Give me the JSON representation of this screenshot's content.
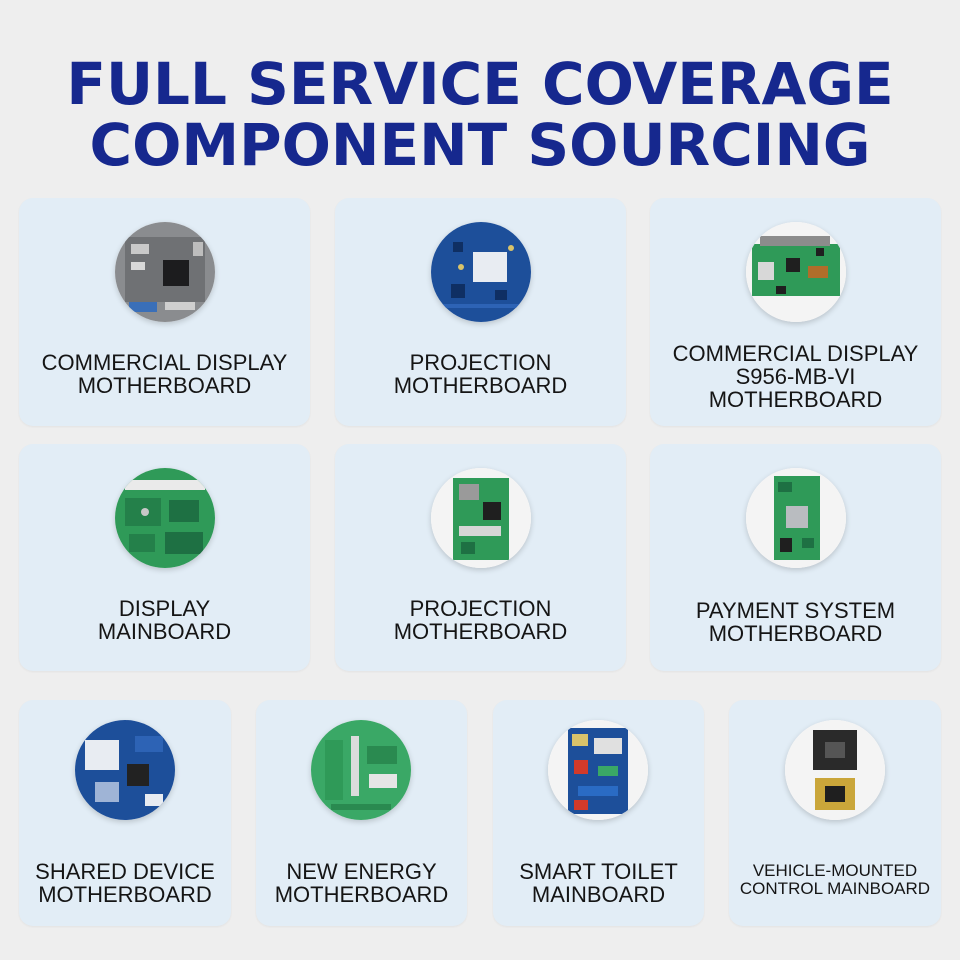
{
  "title": {
    "line1": "FULL SERVICE COVERAGE",
    "line2": "COMPONENT SOURCING"
  },
  "cards": [
    {
      "lines": [
        "COMMERCIAL DISPLAY",
        "MOTHERBOARD"
      ],
      "icon": "circuit-board-icon"
    },
    {
      "lines": [
        "PROJECTION",
        "MOTHERBOARD"
      ],
      "icon": "circuit-board-icon"
    },
    {
      "lines": [
        "COMMERCIAL DISPLAY",
        "S956-MB-VI",
        "MOTHERBOARD"
      ],
      "icon": "circuit-board-icon"
    },
    {
      "lines": [
        "DISPLAY",
        "MAINBOARD"
      ],
      "icon": "circuit-board-icon"
    },
    {
      "lines": [
        "PROJECTION",
        "MOTHERBOARD"
      ],
      "icon": "circuit-board-icon"
    },
    {
      "lines": [
        "PAYMENT SYSTEM",
        "MOTHERBOARD"
      ],
      "icon": "circuit-board-icon"
    },
    {
      "lines": [
        "SHARED DEVICE",
        "MOTHERBOARD"
      ],
      "icon": "circuit-board-icon"
    },
    {
      "lines": [
        "NEW ENERGY",
        "MOTHERBOARD"
      ],
      "icon": "circuit-board-icon"
    },
    {
      "lines": [
        "SMART TOILET",
        "MAINBOARD"
      ],
      "icon": "circuit-board-icon"
    },
    {
      "lines": [
        "VEHICLE-MOUNTED",
        "CONTROL MAINBOARD"
      ],
      "icon": "circuit-board-icon"
    }
  ],
  "colors": {
    "title": "#16288e",
    "card_bg": "#e2edf6",
    "page_bg": "#eeeeee",
    "board_green": "#2f9a58",
    "board_blue": "#1d4f9a",
    "board_gray": "#7d7f82"
  }
}
